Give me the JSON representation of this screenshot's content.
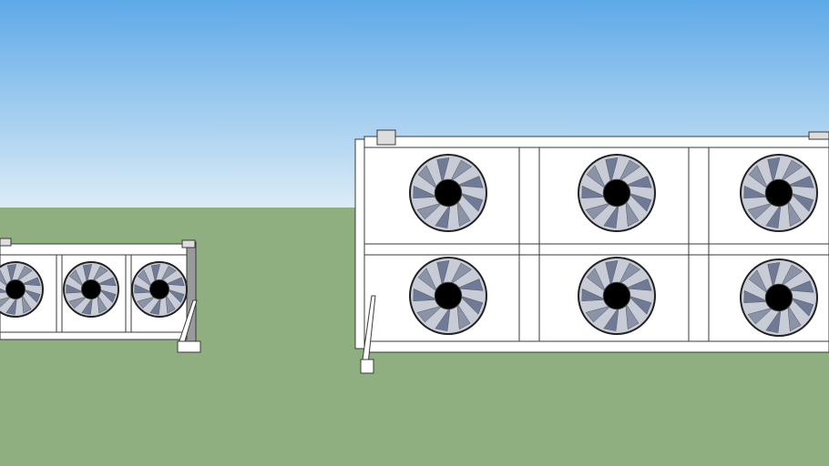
{
  "colors": {
    "sky_top": "#5ea9e8",
    "sky_horizon": "#dcecf6",
    "ground": "#8faf80",
    "panel": "#ffffff",
    "edge": "#3a3a3a",
    "fan_blade": "#8a93a8",
    "fan_hub": "#000000"
  },
  "units": [
    {
      "name": "left-condenser-unit",
      "rows": 1,
      "fans_per_row": 3
    },
    {
      "name": "right-condenser-unit",
      "rows": 2,
      "fans_per_row": 3
    }
  ]
}
